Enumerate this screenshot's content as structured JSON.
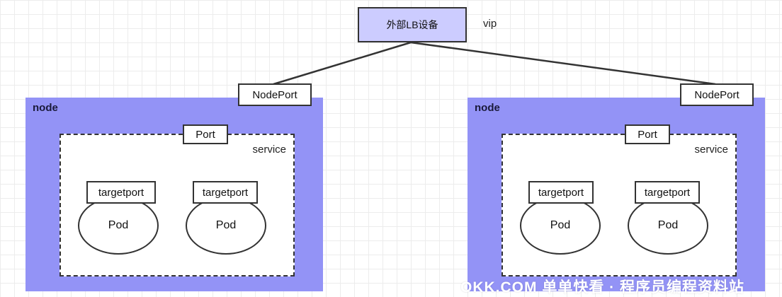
{
  "load_balancer": {
    "label": "外部LB设备",
    "vip": "vip",
    "fill": "#ccccff"
  },
  "nodes": [
    {
      "label": "node",
      "nodeport": "NodePort",
      "service": {
        "label": "service",
        "port": "Port",
        "targets": [
          {
            "targetport": "targetport",
            "pod": "Pod"
          },
          {
            "targetport": "targetport",
            "pod": "Pod"
          }
        ]
      }
    },
    {
      "label": "node",
      "nodeport": "NodePort",
      "service": {
        "label": "service",
        "port": "Port",
        "targets": [
          {
            "targetport": "targetport",
            "pod": "Pod"
          },
          {
            "targetport": "targetport",
            "pod": "Pod"
          }
        ]
      }
    }
  ],
  "colors": {
    "node_fill": "#9393f6",
    "line": "#333333"
  },
  "watermark": "OKK.COM 单单快看 · 程序员编程资料站"
}
